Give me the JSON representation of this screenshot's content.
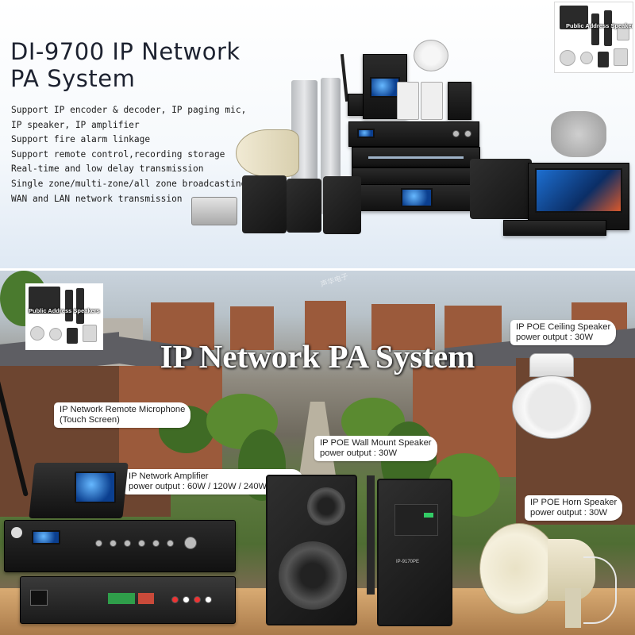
{
  "top": {
    "title_line1": "DI-9700 IP Network",
    "title_line2": "PA System",
    "features": [
      "Support IP encoder & decoder, IP paging mic,",
      "IP speaker, IP amplifier",
      "Support fire alarm linkage",
      "Support remote control,recording storage",
      "Real-time and low delay transmission",
      "Single zone/multi-zone/all zone broadcasting",
      "WAN and LAN network transmission"
    ],
    "thumbnail_text": "Public Address Speakers"
  },
  "bottom": {
    "title": "IP Network PA System",
    "thumbnail_text": "Public Address Speakers",
    "watermark": "声华电子",
    "labels": {
      "microphone": {
        "line1": "IP Network Remote Microphone",
        "line2": "(Touch Screen)"
      },
      "amplifier": {
        "line1": "IP Network Amplifier",
        "line2": "power output : 60W / 120W / 240W / 350W"
      },
      "wall_speaker": {
        "line1": "IP POE Wall Mount Speaker",
        "line2": "power output : 30W"
      },
      "ceiling_speaker": {
        "line1": "IP POE Ceiling Speaker",
        "line2": "power output : 30W"
      },
      "horn_speaker": {
        "line1": "IP POE Horn Speaker",
        "line2": "power output : 30W"
      }
    },
    "device_badge": "IP-9170PE"
  },
  "colors": {
    "title_text": "#1d2230",
    "label_bg": "#ffffff",
    "screen_blue": "#1d6fd1",
    "amplifier_body": "#1a1a1a"
  }
}
